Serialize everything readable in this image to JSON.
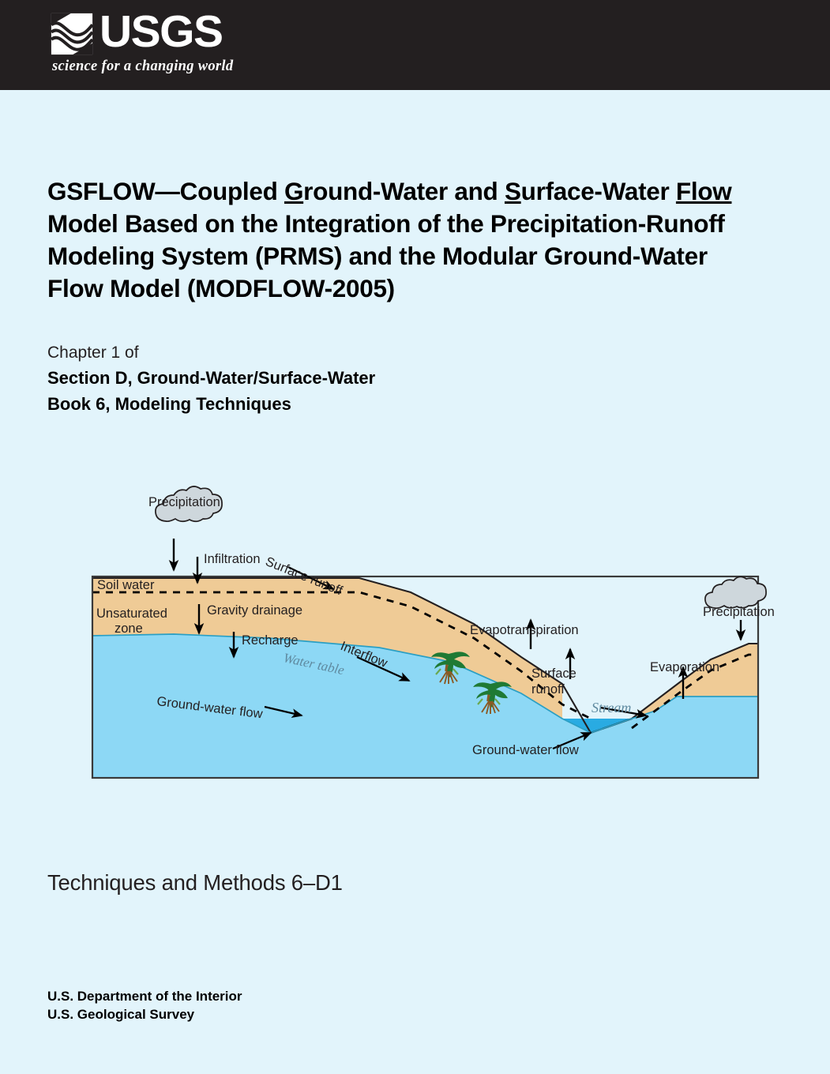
{
  "header": {
    "agency_acronym": "USGS",
    "tagline": "science for a changing world",
    "logo_icon": "usgs-wave-mark-icon",
    "band_color": "#231f20"
  },
  "title": {
    "line1_a": "GSFLOW—Coupled ",
    "line1_g": "G",
    "line1_b": "round-Water and ",
    "line1_s": "S",
    "line1_c": "urface-Water ",
    "line1_flow": "Flow",
    "line2": "Model Based on the Integration of the Precipitation-Runoff",
    "line3": "Modeling System (PRMS) and the Modular Ground-Water",
    "line4": "Flow Model (MODFLOW-2005)"
  },
  "subtitle": {
    "chapter": "Chapter 1 of",
    "section": "Section D, Ground-Water/Surface-Water",
    "book": "Book 6, Modeling Techniques"
  },
  "series": {
    "label": "Techniques and Methods 6–D1"
  },
  "footer": {
    "department": "U.S. Department of the Interior",
    "survey": "U.S. Geological Survey"
  },
  "diagram": {
    "name": "ground-water-surface-water-interaction-diagram",
    "colors": {
      "sky": "#e2f4fb",
      "unsaturated_zone": "#efcb96",
      "saturated_zone": "#8dd8f5",
      "stream": "#29abe2",
      "cloud": "#ced7dc",
      "outline": "#231f20",
      "tree_canopy": "#1f7a34",
      "tree_trunk": "#8a5a24",
      "water_table_label": "#5f8aa0"
    },
    "labels": {
      "precipitation_left": "Precipitation",
      "precipitation_right": "Precipitation",
      "infiltration": "Infiltration",
      "surface_runoff_left": "Surface runoff",
      "soil_water": "Soil water",
      "unsaturated_zone_1": "Unsaturated",
      "unsaturated_zone_2": "zone",
      "gravity_drainage": "Gravity drainage",
      "recharge": "Recharge",
      "water_table": "Water table",
      "interflow": "Interflow",
      "ground_water_flow_left": "Ground-water flow",
      "evapotranspiration": "Evapotranspiration",
      "surface_runoff_right_1": "Surface",
      "surface_runoff_right_2": "runoff",
      "stream": "Stream",
      "evaporation": "Evaporation",
      "ground_water_flow_right": "Ground-water flow"
    }
  }
}
